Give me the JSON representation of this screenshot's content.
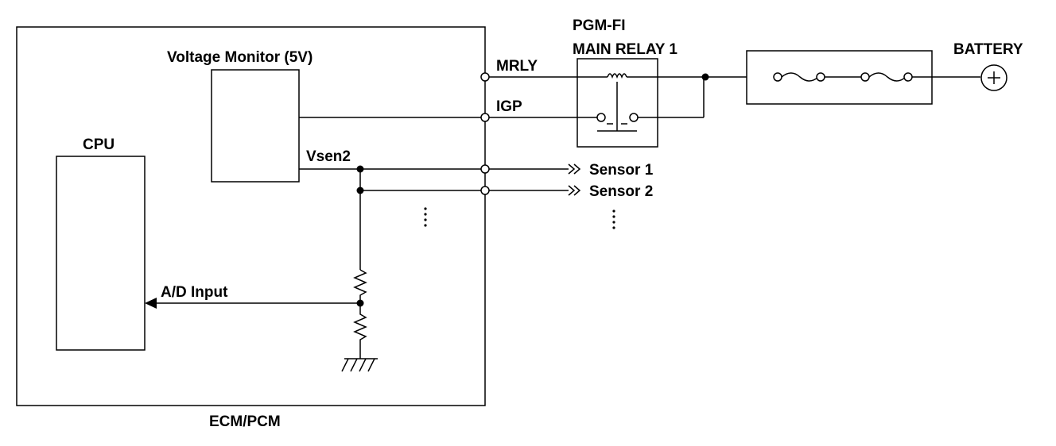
{
  "labels": {
    "voltage_monitor": "Voltage Monitor (5V)",
    "cpu": "CPU",
    "ecm_pcm": "ECM/PCM",
    "mrly": "MRLY",
    "igp": "IGP",
    "vsen2": "Vsen2",
    "ad_input": "A/D Input",
    "relay_line1": "PGM-FI",
    "relay_line2": "MAIN RELAY 1",
    "battery": "BATTERY",
    "sensor1": "Sensor 1",
    "sensor2": "Sensor 2"
  },
  "icons": {
    "battery": "battery-plus-icon",
    "ground": "ground-icon",
    "resistor": "resistor-icon",
    "fuse": "fuse-icon",
    "relay_coil": "coil-icon",
    "connector_arrow": "double-chevron-icon"
  }
}
